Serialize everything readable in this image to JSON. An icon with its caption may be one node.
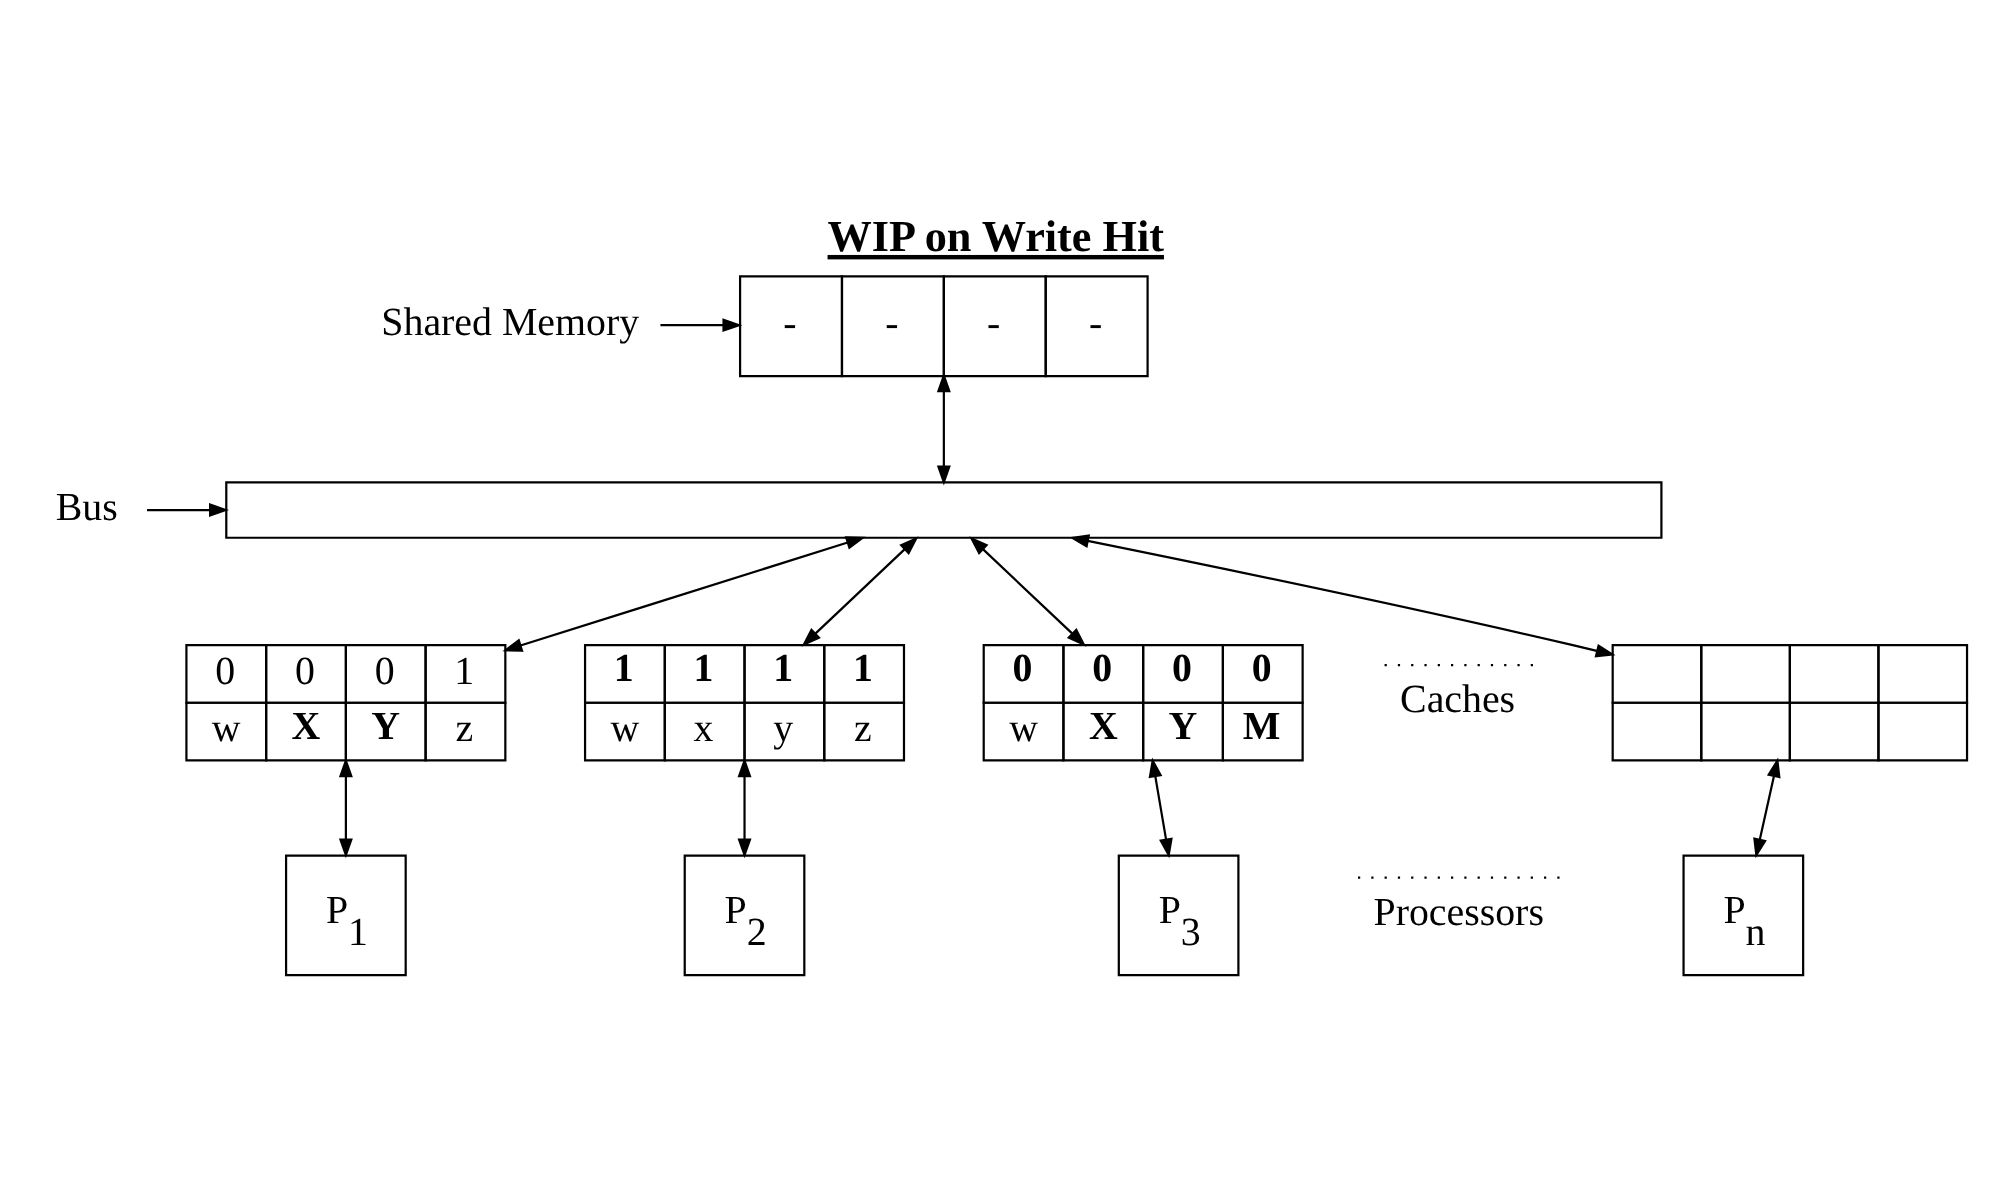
{
  "diagram": {
    "title": "WIP on Write Hit",
    "nodes": [
      {
        "text": [
          "Shared Memory"
        ]
      },
      {
        "text": [
          "-",
          "-",
          "-",
          "-"
        ]
      },
      {
        "text": [
          "Bus"
        ]
      },
      {
        "text": [],
        "shape": "bar"
      },
      {
        "text": [
          "0",
          "0",
          "0",
          "1",
          "w",
          "**X**",
          "**Y**",
          "z"
        ]
      },
      {
        "text": [
          "**1**",
          "**1**",
          "**1**",
          "**1**",
          "w",
          "x",
          "y",
          "z"
        ]
      },
      {
        "text": [
          "**0**",
          "**0**",
          "**0**",
          "**0**",
          "w",
          "**X**",
          "**Y**",
          "**M**"
        ]
      },
      {
        "text": [],
        "shape": "box"
      },
      {
        "text": [
          "P$_{1}$"
        ]
      },
      {
        "text": [
          "P$_{2}$"
        ]
      },
      {
        "text": [
          "P$_{3}$"
        ]
      },
      {
        "text": [
          "P$_{n}$"
        ]
      }
    ],
    "edges": [
      {
        "from": 0,
        "to": 1,
        "arrow": "to"
      },
      {
        "from": 2,
        "to": 3,
        "arrow": "to"
      },
      {
        "from": 1,
        "to": 3,
        "arrow": "both"
      },
      {
        "from": 3,
        "to": 4,
        "arrow": "both"
      },
      {
        "from": 3,
        "to": 5,
        "arrow": "both"
      },
      {
        "from": 3,
        "to": 6,
        "arrow": "both"
      },
      {
        "from": 3,
        "to": 7,
        "arrow": "both"
      },
      {
        "from": 4,
        "to": 8,
        "arrow": "both"
      },
      {
        "from": 5,
        "to": 9,
        "arrow": "both"
      },
      {
        "from": 6,
        "to": 10,
        "arrow": "both"
      },
      {
        "from": 7,
        "to": 11,
        "arrow": "both"
      }
    ],
    "labels": [
      "Caches",
      "Processors"
    ]
  }
}
